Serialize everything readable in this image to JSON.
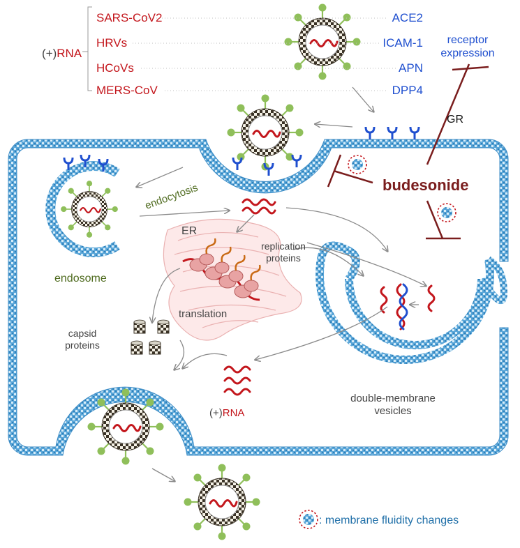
{
  "rna_label_prefix": "(+)",
  "rna_label_word": "RNA",
  "viruses": [
    {
      "name": "SARS-CoV2",
      "receptor": "ACE2"
    },
    {
      "name": "HRVs",
      "receptor": "ICAM-1"
    },
    {
      "name": "HCoVs",
      "receptor": "APN"
    },
    {
      "name": "MERS-CoV",
      "receptor": "DPP4"
    }
  ],
  "receptor_expression": [
    "receptor",
    "expression"
  ],
  "gr_label": "GR",
  "drug_label": "budesonide",
  "endocytosis_label": "endocytosis",
  "endosome_label": "endosome",
  "er_label": "ER",
  "replication_proteins": [
    "replication",
    "proteins"
  ],
  "translation_label": "translation",
  "capsid_proteins": [
    "capsid",
    "proteins"
  ],
  "output_rna_prefix": "(+)",
  "output_rna_word": "RNA",
  "dmv_label": [
    "double-membrane",
    "vesicles"
  ],
  "legend_text": ": membrane fluidity changes",
  "colors": {
    "virus_name": "#c3161c",
    "receptor": "#1f4fcf",
    "drug": "#7a1d1d",
    "membrane": "#4f9fd4",
    "spike": "#8fbf5a",
    "endosome_text": "#4f6b1f"
  }
}
